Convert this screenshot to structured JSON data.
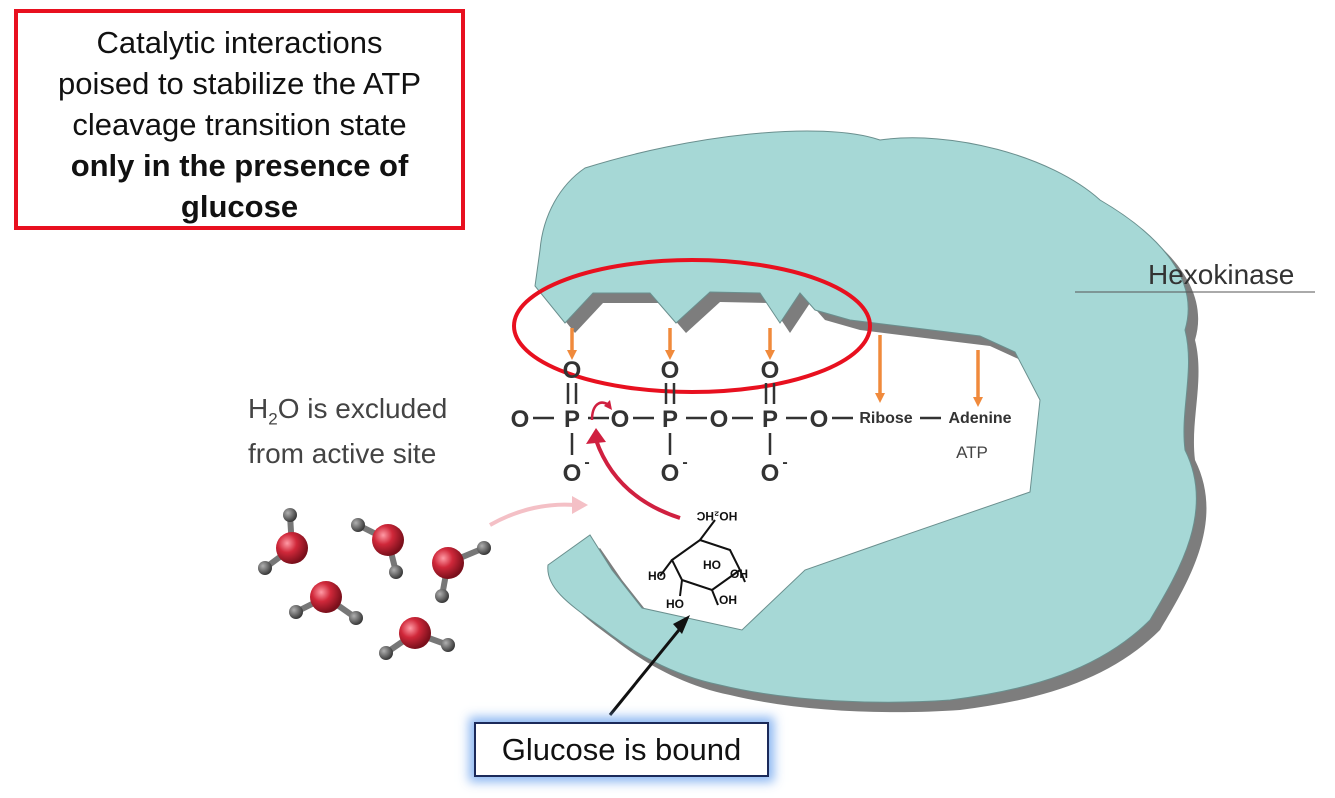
{
  "callout": {
    "line1": "Catalytic interactions",
    "line2": "poised to stabilize the ATP",
    "line3": "cleavage transition state",
    "line4": "only in the presence of",
    "line5": "glucose"
  },
  "enzyme_label": "Hexokinase",
  "water_label": {
    "h": "H",
    "sub": "2",
    "rest": "O is excluded",
    "line2": "from active site"
  },
  "atp": {
    "o_left": "O",
    "p": "P",
    "o_bridge": "O",
    "o_top": "O",
    "o_bottom": "O",
    "charge": "-",
    "ribose": "Ribose",
    "adenine": "Adenine",
    "name": "ATP"
  },
  "glucose": {
    "ch2oh": "HO₂HC",
    "ho": "HO",
    "oh": "OH"
  },
  "glucose_callout": "Glucose is bound",
  "colors": {
    "enzyme": "#a6d8d6",
    "shadow": "#7d7d7d",
    "red_accent": "#e8101f",
    "arrow_orange": "#f08a3c",
    "water_oxygen": "#d0283a",
    "water_hydrogen": "#555555",
    "glow": "#7aaaf0"
  }
}
